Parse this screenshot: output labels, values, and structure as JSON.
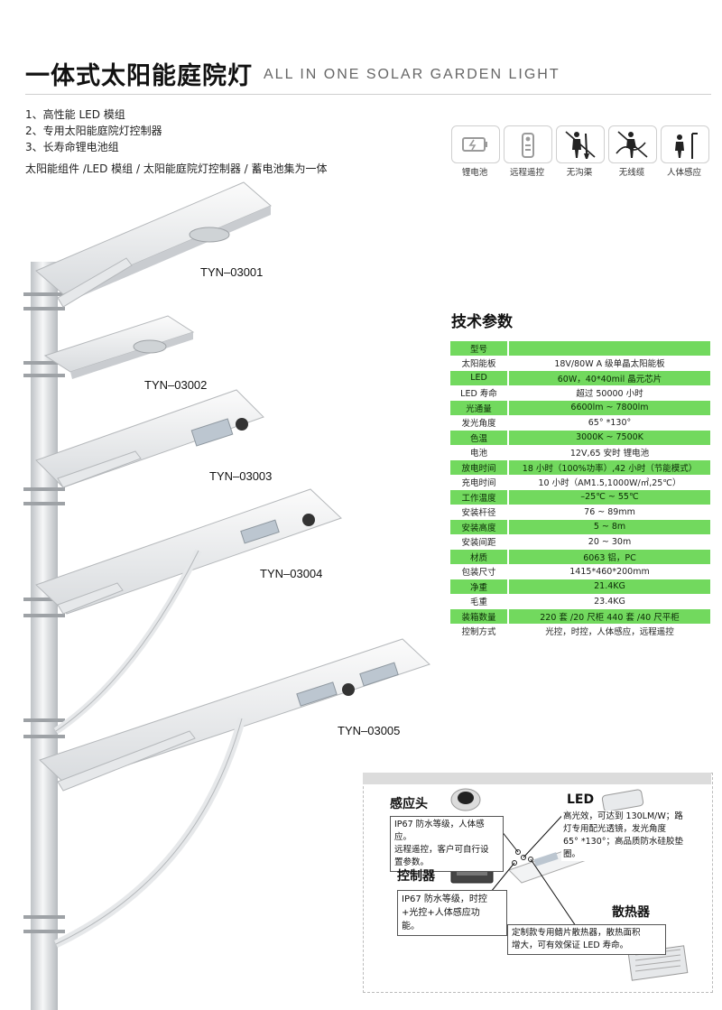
{
  "header": {
    "title_cn": "一体式太阳能庭院灯",
    "title_en": "ALL IN ONE SOLAR GARDEN LIGHT"
  },
  "features": [
    "1、高性能 LED 模组",
    "2、专用太阳能庭院灯控制器",
    "3、长寿命锂电池组"
  ],
  "summary": "太阳能组件 /LED 模组 / 太阳能庭院灯控制器 / 蓄电池集为一体",
  "icons": [
    {
      "label": "锂电池",
      "icon": "battery-icon"
    },
    {
      "label": "远程遥控",
      "icon": "remote-control-icon"
    },
    {
      "label": "无沟渠",
      "icon": "no-trench-icon"
    },
    {
      "label": "无线缆",
      "icon": "no-cable-icon"
    },
    {
      "label": "人体感应",
      "icon": "motion-sensor-icon"
    }
  ],
  "models": [
    "TYN–03001",
    "TYN–03002",
    "TYN–03003",
    "TYN–03004",
    "TYN–03005"
  ],
  "spec": {
    "title": "技术参数",
    "rows": [
      {
        "key": "型号",
        "value": ""
      },
      {
        "key": "太阳能板",
        "value": "18V/80W A 级单晶太阳能板"
      },
      {
        "key": "LED",
        "value": "60W，40*40mil 晶元芯片"
      },
      {
        "key": "LED 寿命",
        "value": "超过 50000 小时"
      },
      {
        "key": "光通量",
        "value": "6600lm ~ 7800lm"
      },
      {
        "key": "发光角度",
        "value": "65° *130°"
      },
      {
        "key": "色温",
        "value": "3000K ~ 7500K"
      },
      {
        "key": "电池",
        "value": "12V,65 安时 锂电池"
      },
      {
        "key": "放电时间",
        "value": "18 小时（100%功率）,42 小时（节能模式）"
      },
      {
        "key": "充电时间",
        "value": "10 小时（AM1.5,1000W/㎡,25℃）"
      },
      {
        "key": "工作温度",
        "value": "–25℃ ~ 55℃"
      },
      {
        "key": "安装杆径",
        "value": "76 ~ 89mm"
      },
      {
        "key": "安装高度",
        "value": "5 ~ 8m"
      },
      {
        "key": "安装间距",
        "value": "20 ~ 30m"
      },
      {
        "key": "材质",
        "value": "6063 铝，PC"
      },
      {
        "key": "包装尺寸",
        "value": "1415*460*200mm"
      },
      {
        "key": "净重",
        "value": "21.4KG"
      },
      {
        "key": "毛重",
        "value": "23.4KG"
      },
      {
        "key": "装箱数量",
        "value": "220 套 /20 尺柜 440 套 /40 尺平柜"
      },
      {
        "key": "控制方式",
        "value": "光控，时控，人体感应，远程遥控"
      }
    ]
  },
  "details": {
    "sensor": {
      "title": "感应头",
      "lines": [
        "IP67 防水等级，人体感应。",
        "远程遥控，客户可自行设",
        "置参数。"
      ]
    },
    "led": {
      "title": "LED",
      "lines": [
        "高光效，可达到 130LM/W；路",
        "灯专用配光透镜，发光角度",
        "65° *130°；高品质防水硅胶垫",
        "圈。"
      ]
    },
    "controller": {
      "title": "控制器",
      "lines": [
        "IP67 防水等级，时控",
        "+光控+人体感应功",
        "能。"
      ]
    },
    "heatsink": {
      "title": "散热器",
      "lines": [
        "定制款专用鳍片散热器，散热面积",
        "增大，可有效保证 LED 寿命。"
      ]
    }
  }
}
